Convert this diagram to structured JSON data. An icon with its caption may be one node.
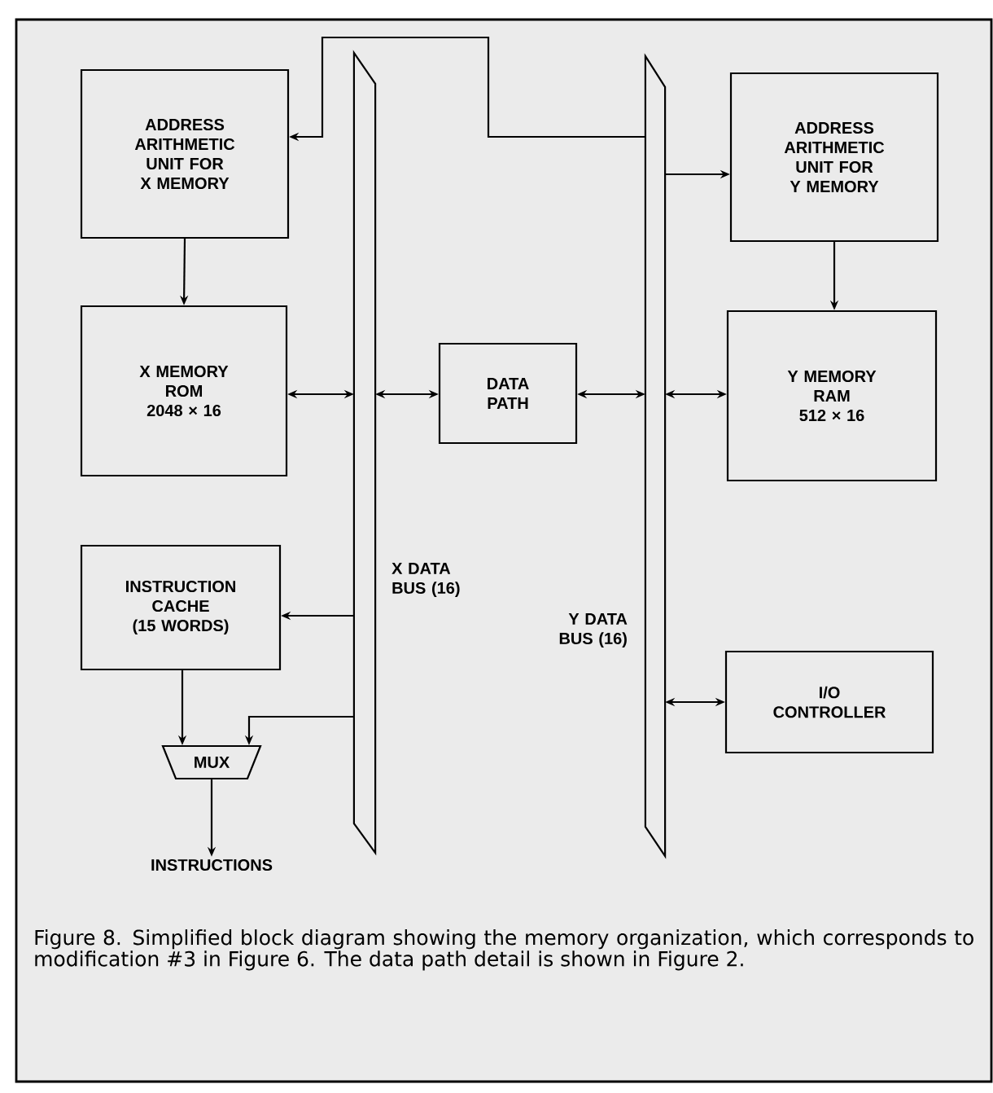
{
  "diagram": {
    "caption": "Figure 8.  Simplified block diagram showing the memory organization, which corresponds to modification #3 in Figure 6. The data path detail is shown in Figure 2.",
    "nodes": [
      {
        "text": [
          "ADDRESS ARITHMETIC UNIT FOR X MEMORY"
        ]
      },
      {
        "text": [
          "ADDRESS ARITHMETIC UNIT FOR Y MEMORY"
        ]
      },
      {
        "text": [
          "X MEMORY ROM",
          "2048 × 16"
        ]
      },
      {
        "text": [
          "DATA PATH"
        ]
      },
      {
        "text": [
          "Y MEMORY RAM",
          "512 × 16"
        ]
      },
      {
        "text": [],
        "shape": "bar",
        "beside": [
          "X DATA BUS (16)"
        ]
      },
      {
        "text": [],
        "shape": "bar",
        "beside": [
          "Y DATA BUS (16)"
        ]
      },
      {
        "text": [
          "INSTRUCTION CACHE",
          "(15 WORDS)"
        ]
      },
      {
        "text": [
          "I/O CONTROLLER"
        ]
      },
      {
        "text": [
          "MUX"
        ]
      },
      {
        "text": [
          "INSTRUCTIONS"
        ]
      }
    ],
    "edges": [
      {
        "from": 6,
        "to": 0,
        "arrow": "to"
      },
      {
        "from": 0,
        "to": 2,
        "arrow": "to"
      },
      {
        "from": 2,
        "to": 5,
        "arrow": "both"
      },
      {
        "from": 5,
        "to": 3,
        "arrow": "both"
      },
      {
        "from": 3,
        "to": 6,
        "arrow": "both"
      },
      {
        "from": 6,
        "to": 4,
        "arrow": "both"
      },
      {
        "from": 6,
        "to": 1,
        "arrow": "to"
      },
      {
        "from": 1,
        "to": 4,
        "arrow": "to"
      },
      {
        "from": 5,
        "to": 7,
        "arrow": "to"
      },
      {
        "from": 7,
        "to": 9,
        "arrow": "to"
      },
      {
        "from": 5,
        "to": 9,
        "arrow": "to"
      },
      {
        "from": 9,
        "to": 10,
        "arrow": "to"
      },
      {
        "from": 6,
        "to": 8,
        "arrow": "both"
      }
    ]
  }
}
